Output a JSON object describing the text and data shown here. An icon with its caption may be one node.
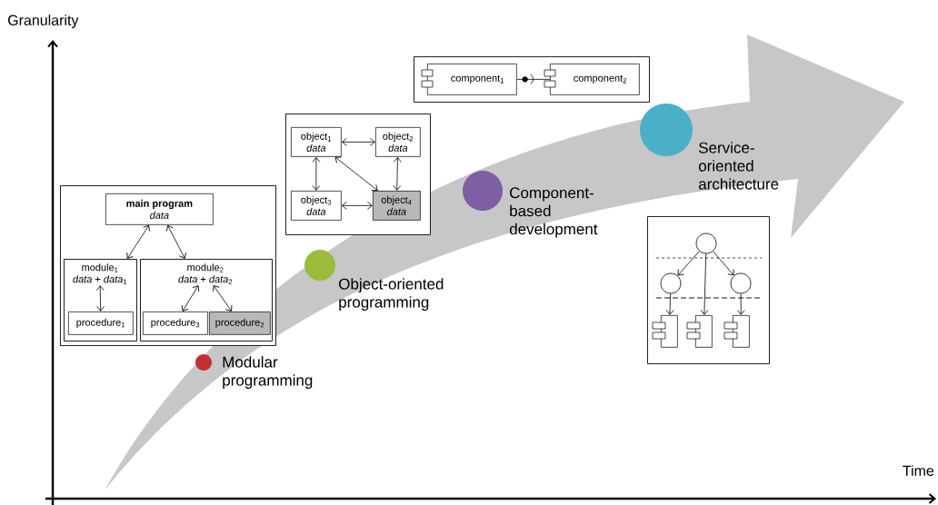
{
  "diagram": {
    "nodes": [
      {
        "text": [],
        "shape": "box"
      },
      {
        "text": [
          "main program",
          "data"
        ],
        "in": 0
      },
      {
        "text": [],
        "shape": "box",
        "in": 0
      },
      {
        "text": [
          "module$_{1}$",
          "*data* + *data*$_{1}$"
        ],
        "in": 2
      },
      {
        "text": [
          "procedure$_{1}$"
        ],
        "in": 2
      },
      {
        "text": [],
        "shape": "box",
        "in": 0
      },
      {
        "text": [
          "module$_{2}$",
          "*data* + *data*$_{2}$"
        ],
        "in": 5
      },
      {
        "text": [
          "procedure$_{3}$"
        ],
        "in": 5
      },
      {
        "text": [
          "procedure$_{2}$"
        ],
        "in": 5
      },
      {
        "text": [],
        "shape": "box"
      },
      {
        "text": [
          "object$_{1}$",
          "data"
        ],
        "in": 9
      },
      {
        "text": [
          "object$_{2}$",
          "data"
        ],
        "in": 9
      },
      {
        "text": [
          "object$_{3}$",
          "data"
        ],
        "in": 9
      },
      {
        "text": [
          "object$_{4}$",
          "data"
        ],
        "in": 9
      },
      {
        "text": [],
        "shape": "box"
      },
      {
        "text": [
          "component$_{1}$"
        ],
        "in": 14
      },
      {
        "text": [
          "component$_{2}$"
        ],
        "in": 14
      },
      {
        "text": [],
        "shape": "box"
      },
      {
        "text": [],
        "shape": "circle",
        "in": 17
      },
      {
        "text": [],
        "shape": "circle",
        "in": 17
      },
      {
        "text": [],
        "shape": "circle",
        "in": 17
      },
      {
        "text": [],
        "shape": "box",
        "in": 17
      },
      {
        "text": [],
        "shape": "box",
        "in": 17
      },
      {
        "text": [],
        "shape": "box",
        "in": 17
      },
      {
        "text": [],
        "shape": "circle",
        "beside": [
          "Modular programming"
        ]
      },
      {
        "text": [],
        "shape": "circle",
        "beside": [
          "Object-oriented programming"
        ]
      },
      {
        "text": [],
        "shape": "circle",
        "beside": [
          "Component-based development"
        ]
      },
      {
        "text": [],
        "shape": "circle",
        "beside": [
          "Service-oriented architecture"
        ]
      }
    ],
    "edges": [
      {
        "from": 1,
        "to": 2,
        "arrow": "both"
      },
      {
        "from": 1,
        "to": 5,
        "arrow": "both"
      },
      {
        "from": 3,
        "to": 4,
        "arrow": "both"
      },
      {
        "from": 6,
        "to": 7,
        "arrow": "both"
      },
      {
        "from": 6,
        "to": 8,
        "arrow": "both"
      },
      {
        "from": 10,
        "to": 11,
        "arrow": "both"
      },
      {
        "from": 10,
        "to": 12,
        "arrow": "both"
      },
      {
        "from": 10,
        "to": 13,
        "arrow": "both"
      },
      {
        "from": 11,
        "to": 13,
        "arrow": "both"
      },
      {
        "from": 12,
        "to": 13,
        "arrow": "both"
      },
      {
        "from": 15,
        "to": 16,
        "arrow": "none"
      },
      {
        "from": 18,
        "to": 19,
        "arrow": "to"
      },
      {
        "from": 18,
        "to": 22,
        "arrow": "to"
      },
      {
        "from": 18,
        "to": 20,
        "arrow": "to"
      },
      {
        "from": 19,
        "to": 21,
        "arrow": "to"
      },
      {
        "from": 20,
        "to": 23,
        "arrow": "to"
      }
    ],
    "labels": [
      "Granularity",
      "Time"
    ]
  }
}
